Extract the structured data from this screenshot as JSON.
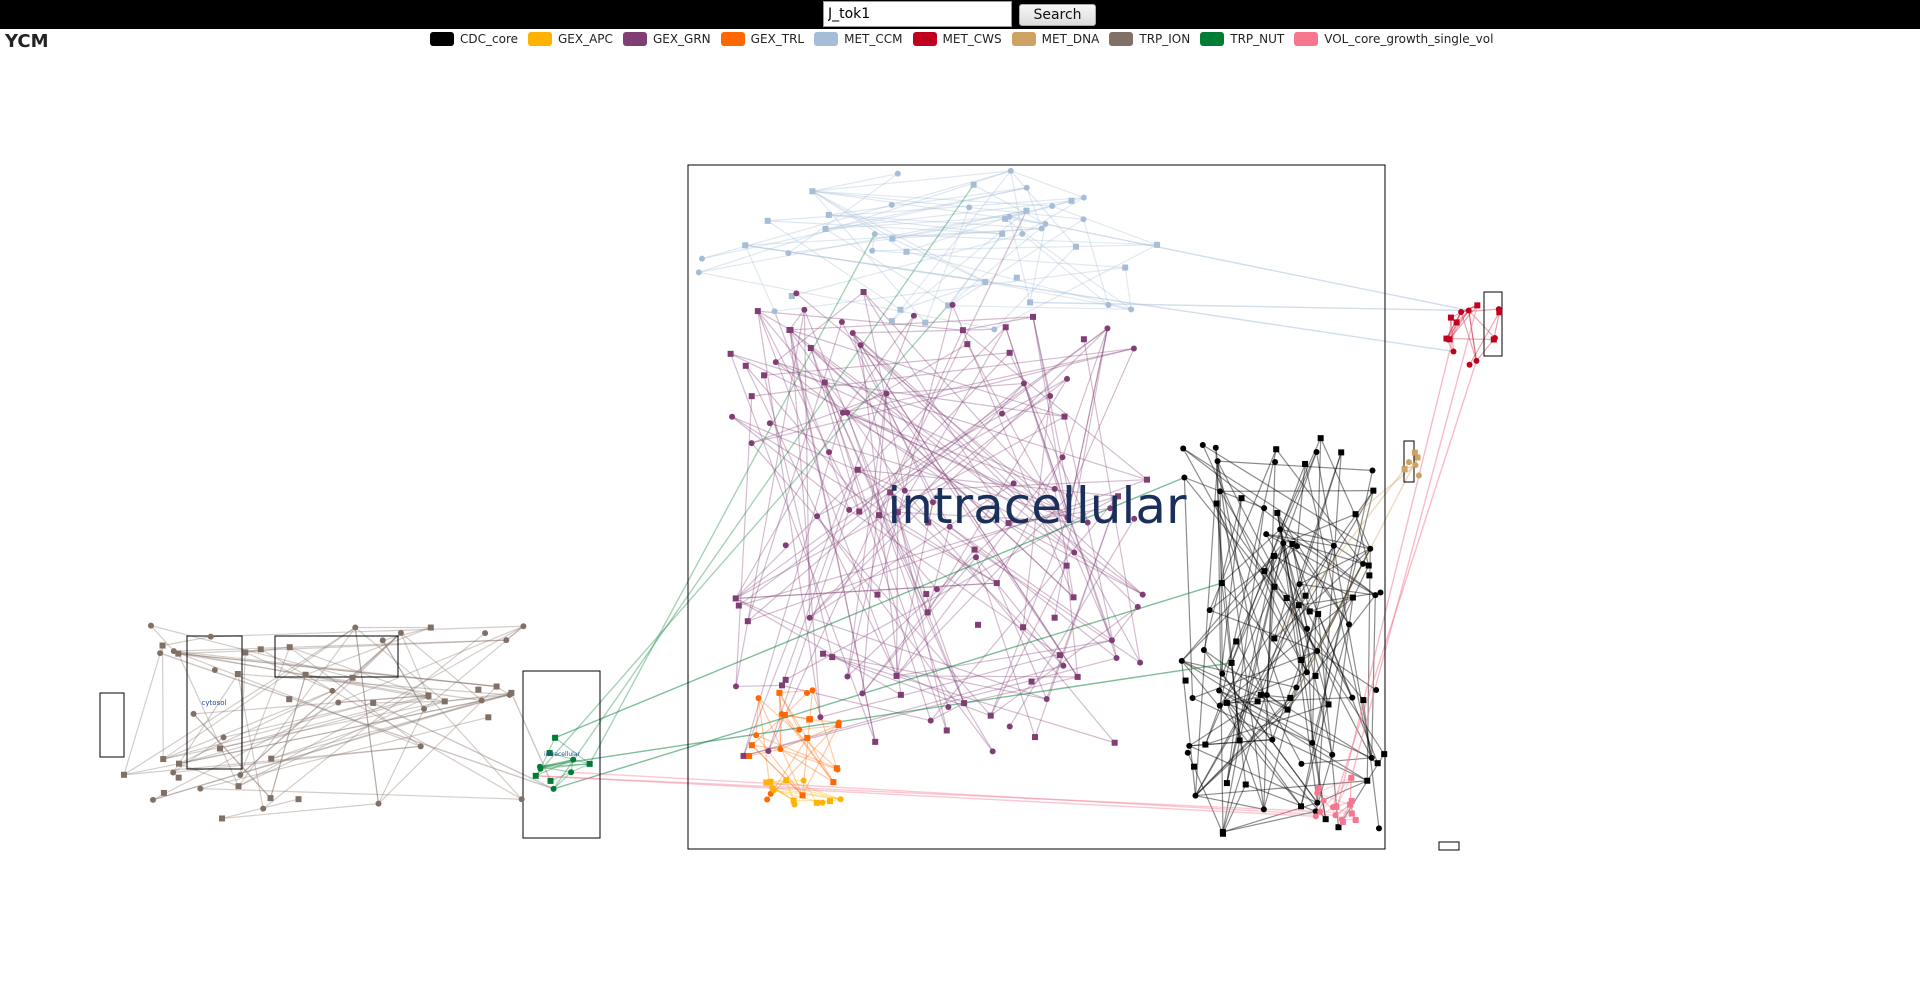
{
  "app": {
    "title": "YCM"
  },
  "search": {
    "value": "J_tok1",
    "button_label": "Search"
  },
  "legend": [
    {
      "label": "CDC_core",
      "color": "#000000"
    },
    {
      "label": "GEX_APC",
      "color": "#FFB300"
    },
    {
      "label": "GEX_GRN",
      "color": "#803E75"
    },
    {
      "label": "GEX_TRL",
      "color": "#FF6800"
    },
    {
      "label": "MET_CCM",
      "color": "#A6BDD7"
    },
    {
      "label": "MET_CWS",
      "color": "#C10020"
    },
    {
      "label": "MET_DNA",
      "color": "#CEA262"
    },
    {
      "label": "TRP_ION",
      "color": "#817066"
    },
    {
      "label": "TRP_NUT",
      "color": "#007D34"
    },
    {
      "label": "VOL_core_growth_single_vol",
      "color": "#F6768E"
    }
  ],
  "compartments": {
    "main_label": "intracellular",
    "small_labels": [
      "cytosol",
      "intracellular"
    ]
  }
}
